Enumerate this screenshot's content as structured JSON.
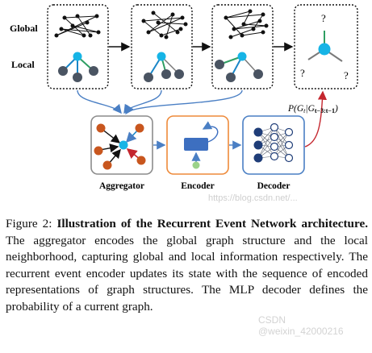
{
  "figure": {
    "row_labels": {
      "global": "Global",
      "local": "Local"
    },
    "module_labels": {
      "aggregator": "Aggregator",
      "encoder": "Encoder",
      "decoder": "Decoder"
    },
    "unknown_marks": [
      "?",
      "?",
      "?"
    ],
    "output_formula": "P(G_t | G_{t-3:t-1})",
    "colors": {
      "hub": "#16b4e6",
      "leaf": "#4a5462",
      "orange": "#c8561e",
      "edge_green": "#2f9e63",
      "edge_blue": "#1a86c7",
      "edge_gray": "#7a7a7a",
      "flow_blue": "#4a7fc4",
      "encoder_box": "#ee8a3a",
      "encoder_cell": "#3d6fc0",
      "input_green": "#9bd28a",
      "decoder_box": "#4a7fc4",
      "decoder_node": "#1f3d78",
      "red_arrow": "#c4262e"
    }
  },
  "caption": {
    "label": "Figure 2:",
    "title": "Illustration of the Recurrent Event Network architecture.",
    "text": "The aggregator encodes the global graph structure and the local neighborhood, capturing global and local information respectively. The recurrent event encoder updates its state with the sequence of encoded representations of graph structures. The MLP decoder defines the probability of a current graph."
  },
  "watermarks": {
    "top": "https://blog.csdn.net/...",
    "bottom": "CSDN @weixin_42000216"
  }
}
